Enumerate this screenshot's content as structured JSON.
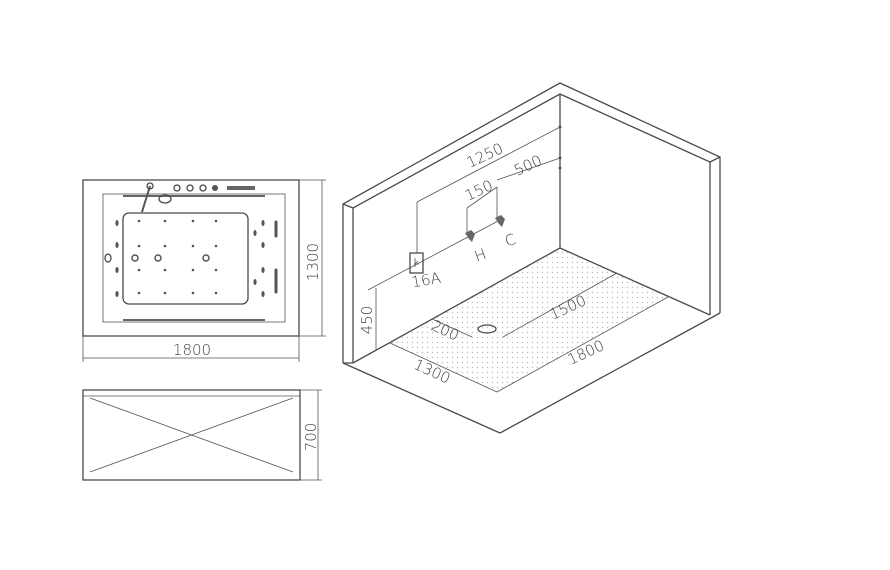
{
  "top_view": {
    "width_label": "1800",
    "depth_label": "1300"
  },
  "side_view": {
    "height_label": "700"
  },
  "room_view": {
    "dim_1250": "1250",
    "dim_500": "500",
    "dim_150": "150",
    "dim_450": "450",
    "dim_200": "200",
    "dim_1500": "1500",
    "dim_1800": "1800",
    "dim_1300": "1300",
    "socket_label": "16A",
    "hot_label": "H",
    "cold_label": "C"
  },
  "colors": {
    "line": "#4a4a4a",
    "fill_dots": "#bbbbbb"
  }
}
